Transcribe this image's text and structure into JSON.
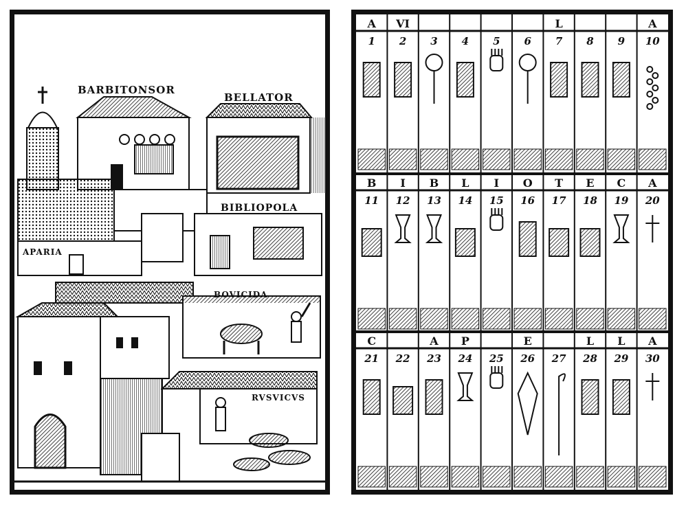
{
  "left_panel": {
    "labels": {
      "barbitonsor": "BARBITONSOR",
      "bellator": "BELLATOR",
      "bibliopola": "BIBLIOPOLA",
      "aparia": "APARIA",
      "bovicida": "BOVICIDA",
      "rusticus": "RVSVICVS"
    }
  },
  "right_panel": {
    "rows": [
      {
        "letters": [
          "A",
          "VI",
          "",
          "",
          "",
          "",
          "L",
          "",
          "",
          "A"
        ],
        "numbers": [
          "1",
          "2",
          "3",
          "4",
          "5",
          "6",
          "7",
          "8",
          "9",
          "10"
        ],
        "objects": [
          "window-niche-icon",
          "ship-icon",
          "clock-icon",
          "flower-pot-icon",
          "hand-icon",
          "wall-clock-icon",
          "portrait-icon",
          "building-icon",
          "arched-window-icon",
          "rosary-icon"
        ]
      },
      {
        "letters": [
          "B",
          "I",
          "B",
          "L",
          "I",
          "O",
          "T",
          "E",
          "C",
          "A"
        ],
        "numbers": [
          "11",
          "12",
          "13",
          "14",
          "15",
          "16",
          "17",
          "18",
          "19",
          "20"
        ],
        "objects": [
          "tools-icon",
          "lamp-icon",
          "vessel-icon",
          "books-icon",
          "hand-icon",
          "mirror-icon",
          "open-book-icon",
          "scroll-icon",
          "candle-icon",
          "cross-icon"
        ]
      },
      {
        "letters": [
          "C",
          "",
          "A",
          "P",
          "",
          "E",
          "",
          "L",
          "L",
          "A"
        ],
        "numbers": [
          "21",
          "22",
          "23",
          "24",
          "25",
          "26",
          "27",
          "28",
          "29",
          "30"
        ],
        "objects": [
          "door-icon",
          "book-icon",
          "censer-icon",
          "chalice-icon",
          "hand-icon",
          "vestment-icon",
          "crozier-icon",
          "tiara-icon",
          "seat-icon",
          "altar-cross-icon"
        ]
      }
    ]
  }
}
